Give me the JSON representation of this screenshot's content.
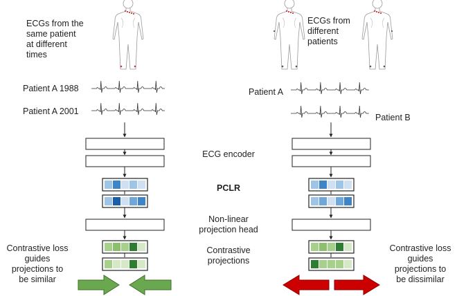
{
  "left": {
    "caption": [
      "ECGs from the",
      "same patient",
      "at different",
      "times"
    ],
    "ecg1_label": "Patient A 1988",
    "ecg2_label": "Patient A 2001",
    "loss_text": [
      "Contrastive loss",
      "guides",
      "projections  to",
      "be similar"
    ],
    "rep1_colors": [
      "#9ec4e6",
      "#3d85c6",
      "#cfe0f3",
      "#9ec4e6",
      "#cfe0f3"
    ],
    "rep2_colors": [
      "#9ec4e6",
      "#1a5ea8",
      "#cfe0f3",
      "#6ea7d8",
      "#3d85c6"
    ],
    "proj1_colors": [
      "#a8d08d",
      "#8cc06c",
      "#a8d08d",
      "#2e7d32",
      "#d6e9c7"
    ],
    "proj2_colors": [
      "#a8d08d",
      "#d6e9c7",
      "#d6e9c7",
      "#2e7d32",
      "#d6e9c7"
    ],
    "arrow_color": "#6aa84f"
  },
  "right": {
    "caption": [
      "ECGs from",
      "different",
      "patients"
    ],
    "ecg1_label": "Patient A",
    "ecg2_label": "Patient B",
    "loss_text": [
      "Contrastive loss",
      "guides",
      "projections  to",
      "be dissimilar"
    ],
    "rep1_colors": [
      "#9ec4e6",
      "#3d85c6",
      "#cfe0f3",
      "#9ec4e6",
      "#cfe0f3"
    ],
    "rep2_colors": [
      "#9ec4e6",
      "#6ea7d8",
      "#cfe0f3",
      "#6ea7d8",
      "#3d85c6"
    ],
    "proj1_colors": [
      "#a8d08d",
      "#8cc06c",
      "#a8d08d",
      "#2e7d32",
      "#d6e9c7"
    ],
    "proj2_colors": [
      "#2e7d32",
      "#a8d08d",
      "#a8d08d",
      "#a8d08d",
      "#d6e9c7"
    ],
    "arrow_color": "#cc0000"
  },
  "center": {
    "encoder_label": "ECG encoder",
    "pclr_label": "PCLR",
    "head_label": [
      "Non-linear",
      "projection head"
    ],
    "proj_label": [
      "Contrastive",
      "projections"
    ]
  }
}
